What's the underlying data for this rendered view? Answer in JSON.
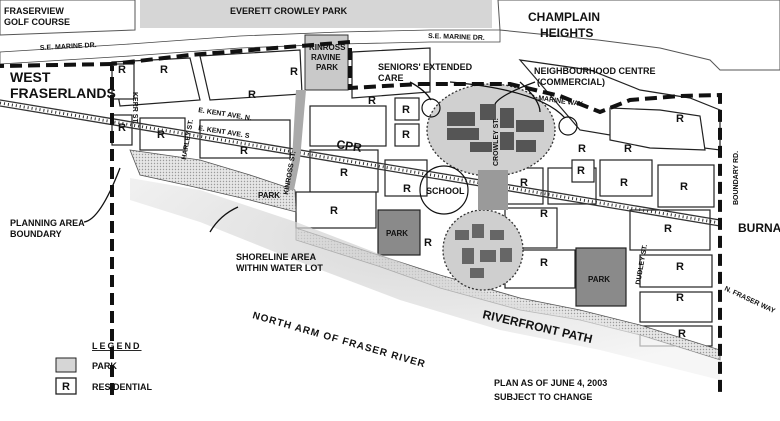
{
  "map": {
    "places": {
      "golf_course": [
        "FRASERVIEW",
        "GOLF COURSE"
      ],
      "everett_crowley_park": "EVERETT CROWLEY PARK",
      "champlain_heights": [
        "CHAMPLAIN",
        "HEIGHTS"
      ],
      "west_fraserlands": [
        "WEST",
        "FRASERLANDS"
      ],
      "kinross_ravine_park": [
        "KINROSS",
        "RAVINE",
        "PARK"
      ],
      "burnaby": "BURNABY",
      "river": "NORTH ARM OF FRASER RIVER",
      "riverfront_path": "RIVERFRONT PATH"
    },
    "streets": {
      "se_marine_west": "S.E. MARINE DR.",
      "se_marine_east": "S.E. MARINE DR.",
      "marine_way": "MARINE WAY",
      "e_kent_n": "E. KENT AVE. N.",
      "e_kent_s": "E. KENT AVE. S",
      "kerr": "KERR ST.",
      "harley": "HARLEY ST.",
      "kinross": "KINROSS ST.",
      "crowley": "CROWLEY ST.",
      "dudley": "DUDLEY ST.",
      "boundary": "BOUNDARY RD.",
      "n_fraser_way": "N. FRASER WAY",
      "cpr": "CPR"
    },
    "annotations": {
      "seniors_care": [
        "SENIORS' EXTENDED",
        "CARE"
      ],
      "neighbourhood_centre": [
        "NEIGHBOURHOOD CENTRE",
        "(COMMERCIAL)"
      ],
      "school": "SCHOOL",
      "park_label": "PARK",
      "planning_area_boundary": [
        "PLANNING AREA",
        "BOUNDARY"
      ],
      "shoreline_area": [
        "SHORELINE AREA",
        "WITHIN WATER LOT"
      ]
    },
    "residential_tag": "R",
    "plan_note": [
      "PLAN AS OF JUNE 4, 2003",
      "SUBJECT TO CHANGE"
    ]
  },
  "legend": {
    "title": "LEGEND",
    "items": [
      {
        "symbol": "swatch",
        "label": "PARK"
      },
      {
        "symbol": "R",
        "label": "RESIDENTIAL"
      }
    ]
  },
  "colors": {
    "park_fill": "#d6d6d6",
    "park_dark_fill": "#8a8a8a",
    "road": "#ffffff",
    "block_outline": "#222222",
    "hatch": "#9a9a9a",
    "building": "#555555",
    "shoreline": "#b8b8b8"
  }
}
